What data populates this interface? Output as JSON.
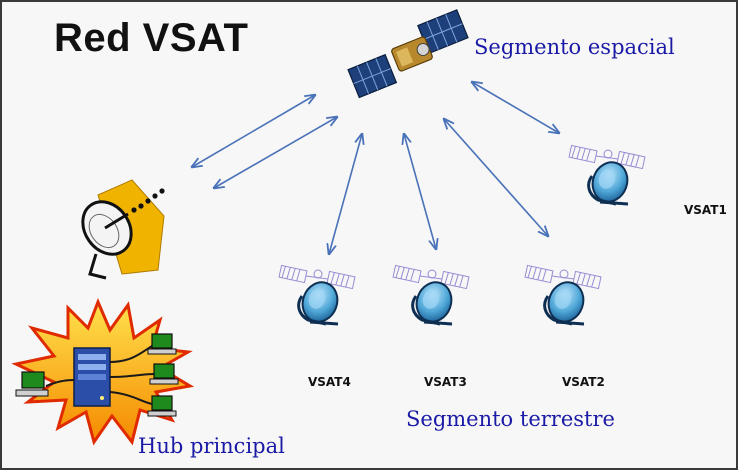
{
  "title": "Red VSAT",
  "segments": {
    "space": "Segmento espacial",
    "ground": "Segmento terrestre"
  },
  "hub": {
    "label": "Hub principal"
  },
  "terminals": [
    {
      "label": "VSAT1"
    },
    {
      "label": "VSAT2"
    },
    {
      "label": "VSAT3"
    },
    {
      "label": "VSAT4"
    }
  ],
  "colors": {
    "link_arrow": "#4a72b8",
    "label_blue": "#1a1aa6",
    "hub_burst": "#f5a000",
    "hub_burst_edge": "#e02a00",
    "dish_fill": "#4fa7d8",
    "antenna_panel": "#f0b400"
  }
}
